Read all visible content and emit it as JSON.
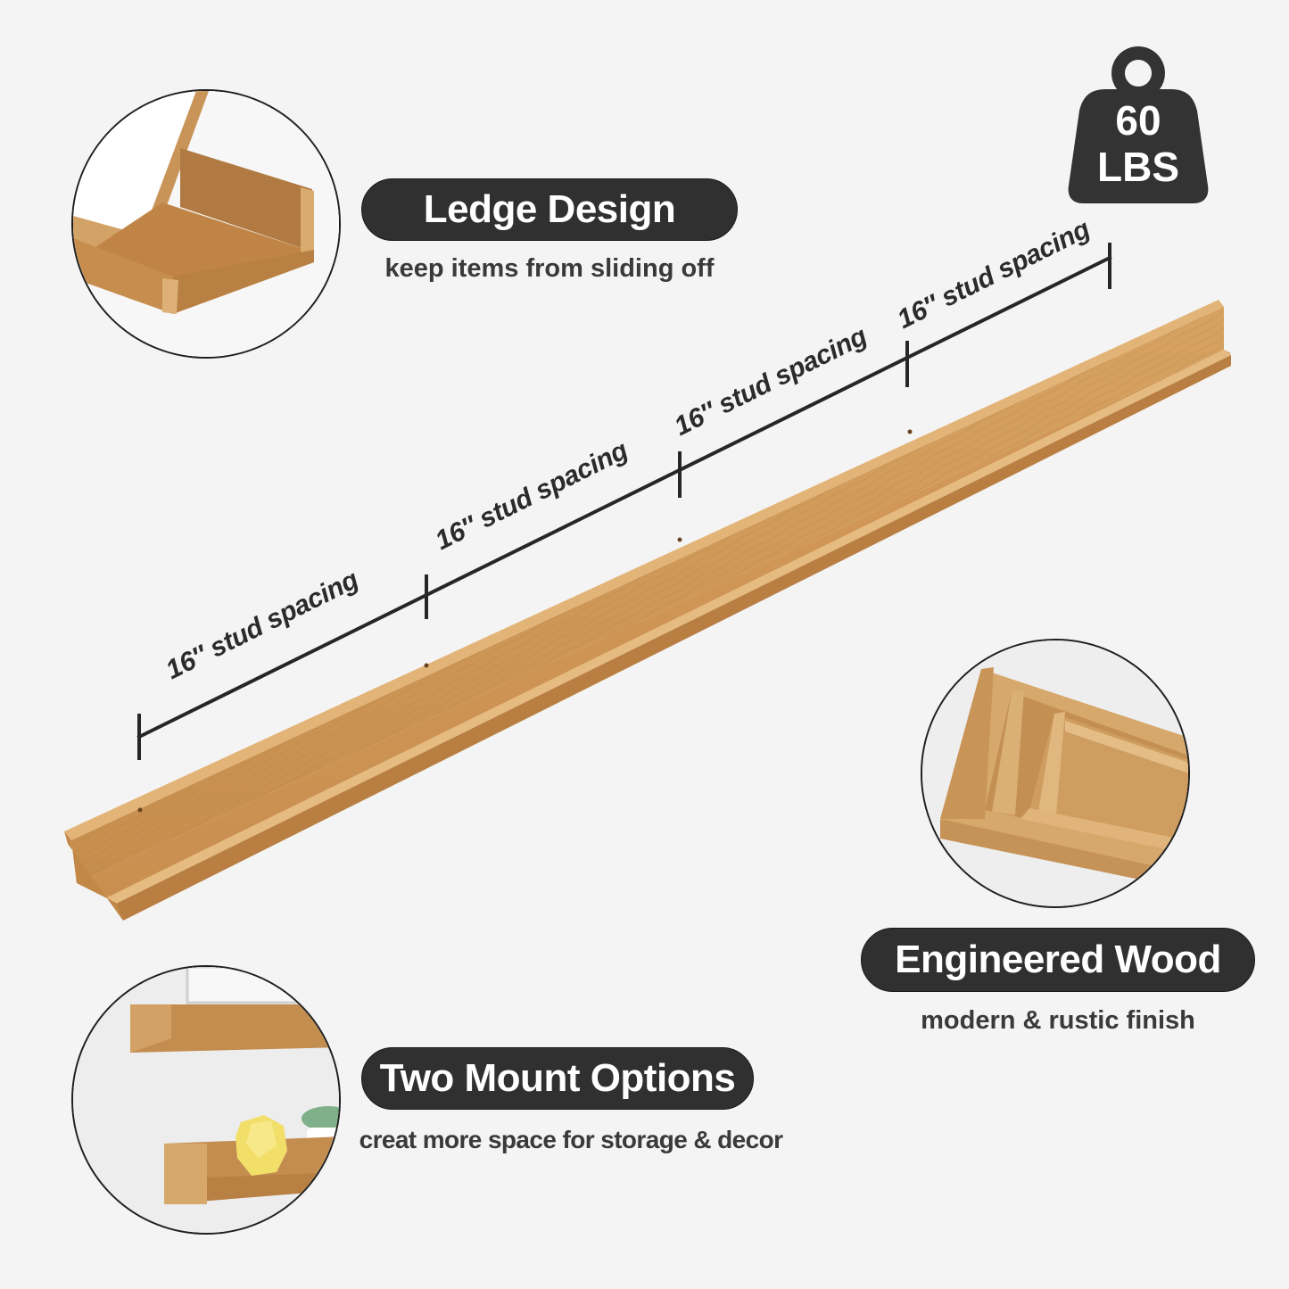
{
  "weight_badge": {
    "icon": "weight-icon",
    "value": "60",
    "unit": "LBS"
  },
  "features": [
    {
      "id": "ledge",
      "title": "Ledge Design",
      "subtitle": "keep items from sliding off",
      "image": "ledge-closeup-image"
    },
    {
      "id": "wood",
      "title": "Engineered Wood",
      "subtitle": "modern & rustic finish",
      "image": "stacked-shelves-closeup-image"
    },
    {
      "id": "mount",
      "title": "Two Mount Options",
      "subtitle": "creat more space for storage & decor",
      "image": "mounted-shelves-image"
    }
  ],
  "stud_spacing": {
    "segments": [
      "16″ stud spacing",
      "16″ stud spacing",
      "16″ stud spacing",
      "16″ stud spacing"
    ]
  },
  "colors": {
    "background": "#f4f4f4",
    "pill": "#303030",
    "text_dark": "#3a3a3a",
    "wood_light": "#d9a867",
    "wood_mid": "#c58d4c",
    "wood_dark": "#a8703a"
  }
}
